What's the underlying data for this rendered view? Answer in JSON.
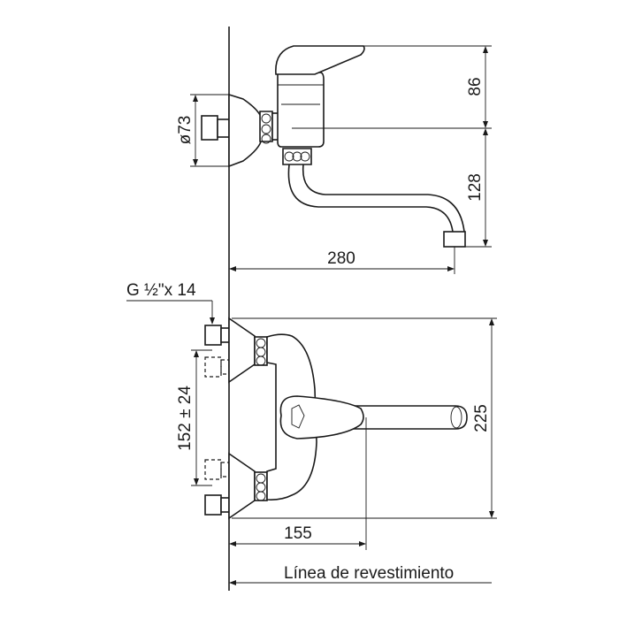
{
  "drawing": {
    "side_view": {
      "dim_diameter": "ø73",
      "dim_handle_height": "86",
      "dim_spout_drop": "128",
      "dim_reach": "280"
    },
    "front_view": {
      "thread_label": "G ½\"x 14",
      "dim_center_distance": "152 ± 24",
      "dim_total_height": "225",
      "dim_body_width": "155"
    },
    "reference_line_label": "Línea de revestimiento"
  }
}
